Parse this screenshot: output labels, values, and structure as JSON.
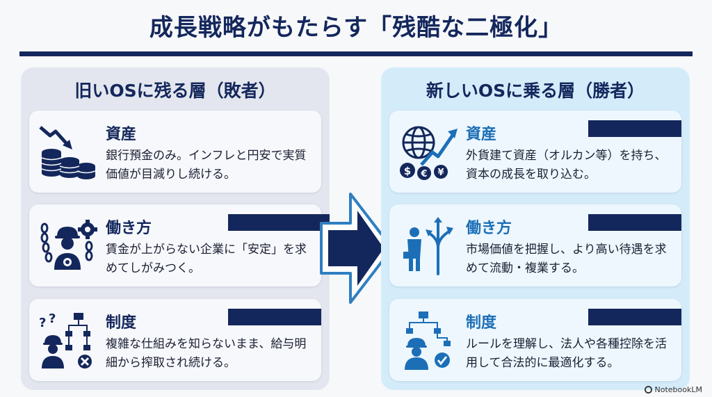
{
  "title": "成長戦略がもたらす「残酷な二極化」",
  "left_panel": {
    "title": "旧いOSに残る層（敗者）",
    "cards": [
      {
        "heading": "資産",
        "body": "銀行預金のみ。インフレと円安で実質価値が目減りし続ける。",
        "icon": "falling-coins-icon"
      },
      {
        "heading": "働き方",
        "body": "賃金が上がらない企業に「安定」を求めてしがみつく。",
        "icon": "chained-worker-icon"
      },
      {
        "heading": "制度",
        "body": "複雑な仕組みを知らないまま、給与明細から搾取され続ける。",
        "icon": "confused-worker-icon"
      }
    ]
  },
  "right_panel": {
    "title": "新しいOSに乗る層（勝者）",
    "cards": [
      {
        "heading": "資産",
        "body": "外貨建て資産（オルカン等）を持ち、資本の成長を取り込む。",
        "icon": "global-growth-icon"
      },
      {
        "heading": "働き方",
        "body": "市場価値を把握し、より高い待遇を求めて流動・複業する。",
        "icon": "career-paths-icon"
      },
      {
        "heading": "制度",
        "body": "ルールを理解し、法人や各種控除を活用して合法的に最適化する。",
        "icon": "optimized-worker-icon"
      }
    ]
  },
  "footer": {
    "brand": "NotebookLM"
  },
  "colors": {
    "navy": "#14275c",
    "accent_blue": "#1c6fb7",
    "left_bg": "#e3e6ee",
    "right_bg": "#d4ecfa"
  }
}
